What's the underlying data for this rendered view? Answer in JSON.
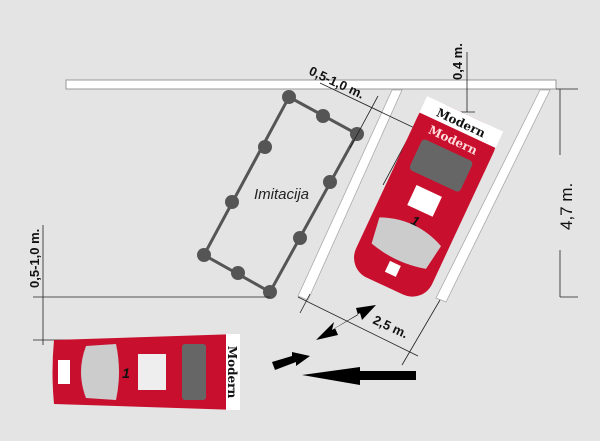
{
  "diagram": {
    "imitation_label": "Imitacija",
    "dimensions": {
      "gap_top": "0,5-1,0 m.",
      "offset_top": "0,4 m.",
      "bay_length": "4,7 m.",
      "gap_left": "0,5-1,0 m.",
      "bay_width": "2,5 m."
    },
    "car_brand": "Modern",
    "car_number": "1",
    "colors": {
      "background": "#e4e4e4",
      "car_red": "#d0102a",
      "lines": "#ffffff",
      "imitation": "#555555"
    }
  }
}
